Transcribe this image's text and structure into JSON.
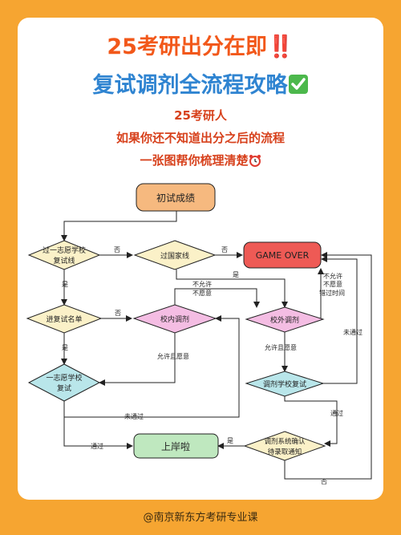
{
  "header": {
    "title_line1": "25考研出分在即",
    "title_line1_mark": "‼️",
    "title_line2": "复试调剂全流程攻略",
    "title_line2_mark": "check-mark-icon"
  },
  "subtitle": {
    "line1": "25考研人",
    "line2": "如果你还不知道出分之后的流程",
    "line3": "一张图帮你梳理清楚",
    "line3_icon": "alarm-clock-icon"
  },
  "flowchart": {
    "nodes": {
      "start": "初试成绩",
      "school_line_1": "过一志愿学校",
      "school_line_2": "复试线",
      "national_line": "过国家线",
      "game_over": "GAME OVER",
      "retest_list": "进复试名单",
      "internal_adjust": "校内调剂",
      "external_adjust": "校外调剂",
      "first_choice_retest_1": "一志愿学校",
      "first_choice_retest_2": "复试",
      "adjust_retest": "调剂学校复试",
      "ashore": "上岸啦",
      "confirm_1": "调剂系统确认",
      "confirm_2": "待录取通知"
    },
    "labels": {
      "no": "否",
      "yes": "是",
      "not_allowed": "不允许",
      "not_willing": "不愿意",
      "allowed_willing": "允许且愿意",
      "missed_1": "不允许",
      "missed_2": "不愿意",
      "missed_3": "错过时间",
      "failed": "未通过",
      "passed": "通过"
    }
  },
  "footer": {
    "credit": "@南京新东方考研专业课"
  },
  "colors": {
    "background": "#F6A531",
    "title_orange": "#F2581A",
    "title_blue": "#2F84D1",
    "subtitle_red": "#D7411C",
    "start_fill": "#F6B97F",
    "decision_fill": "#FBF1C8",
    "pink_fill": "#F4BDE3",
    "teal_fill": "#B9E6EA",
    "green_fill": "#BFE8BF",
    "game_over_fill": "#EE5A55"
  }
}
